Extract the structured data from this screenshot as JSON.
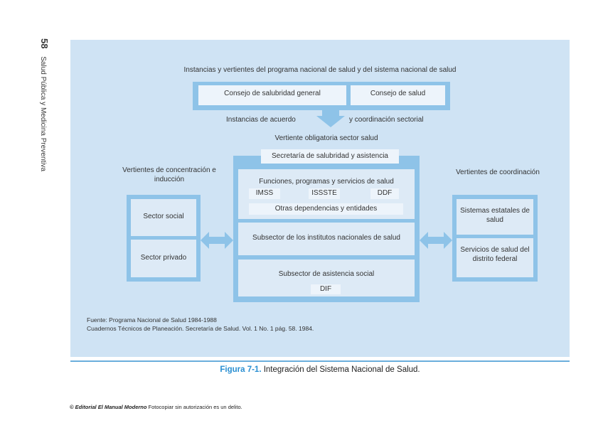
{
  "page": {
    "number": "58",
    "running_title": "Salud Pública y Medicina Preventiva"
  },
  "diagram": {
    "title": "Instancias y vertientes del programa nacional de salud y del sistema nacional de salud",
    "top_boxes": [
      "Consejo de salubridad general",
      "Consejo de salud"
    ],
    "arrow_left_label": "Instancias de acuerdo",
    "arrow_right_label": "y coordinación sectorial",
    "center_heading": "Vertiente obligatoria sector salud",
    "center_title": "Secretaría de salubridad y asistencia",
    "functions_label": "Funciones, programas y servicios de salud",
    "institutions": [
      "IMSS",
      "ISSSTE",
      "DDF"
    ],
    "other_deps": "Otras dependencias y entidades",
    "subsector_institutes": "Subsector de los institutos nacionales de salud",
    "subsector_assistance": "Subsector de asistencia social",
    "dif": "DIF",
    "left_heading": "Vertientes de concentración e inducción",
    "left_boxes": [
      "Sector social",
      "Sector privado"
    ],
    "right_heading": "Vertientes de coordinación",
    "right_boxes": [
      "Sistemas estatales de salud",
      "Servicios de salud del distrito federal"
    ],
    "source_line1": "Fuente: Programa Nacional de Salud 1984-1988",
    "source_line2": "Cuadernos Técnicos de Planeación. Secretaría de Salud. Vol. 1 No. 1 pág. 58. 1984."
  },
  "caption": {
    "figure_label": "Figura 7-1.",
    "text": "Integración del Sistema Nacional de Salud."
  },
  "footer": {
    "publisher": "© Editorial El Manual Moderno",
    "notice": "Fotocopiar sin autorización es un delito."
  },
  "colors": {
    "panel": "#cfe3f4",
    "box_border": "#8ec3e8",
    "box_fill": "#ddeaf6",
    "accent": "#2a8fd2"
  }
}
